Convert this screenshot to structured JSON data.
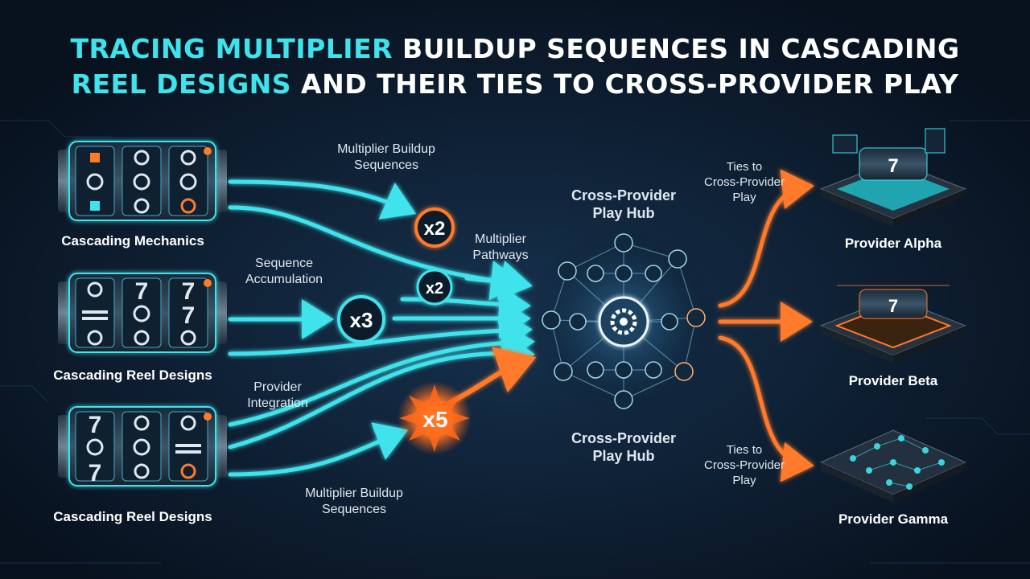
{
  "title": {
    "line1_highlight": "TRACING MULTIPLIER",
    "line1_rest": " BUILDUP SEQUENCES IN CASCADING",
    "line2_highlight": "REEL DESIGNS",
    "line2_rest": " AND THEIR TIES TO CROSS-PROVIDER PLAY"
  },
  "left_modules": [
    {
      "label": "Cascading Mechanics"
    },
    {
      "label": "Cascading Reel Designs"
    },
    {
      "label": "Cascading Reel Designs"
    }
  ],
  "flow_labels": {
    "top": "Multiplier Buildup\nSequences",
    "middle": "Sequence\nAccumulation",
    "integration": "Provider\nIntegration",
    "bottom": "Multiplier Buildup\nSequences",
    "pathways": "Multiplier\nPathways"
  },
  "multipliers": [
    {
      "text": "x2",
      "style": "orange-ring"
    },
    {
      "text": "x2",
      "style": "cyan-ring"
    },
    {
      "text": "x3",
      "style": "cyan-ring"
    },
    {
      "text": "x5",
      "style": "orange-burst"
    }
  ],
  "hub": {
    "top_label": "Cross-Provider\nPlay Hub",
    "bottom_label": "Cross-Provider\nPlay Hub"
  },
  "ties_labels": {
    "top": "Ties to\nCross-Provider\nPlay",
    "bottom": "Ties to\nCross-Provider\nPlay"
  },
  "providers": [
    {
      "label": "Provider Alpha"
    },
    {
      "label": "Provider Beta"
    },
    {
      "label": "Provider Gamma"
    }
  ],
  "colors": {
    "background": "#0a1626",
    "cyan": "#3fe3ec",
    "orange": "#ff7a2a",
    "text": "#dfe8f0"
  }
}
